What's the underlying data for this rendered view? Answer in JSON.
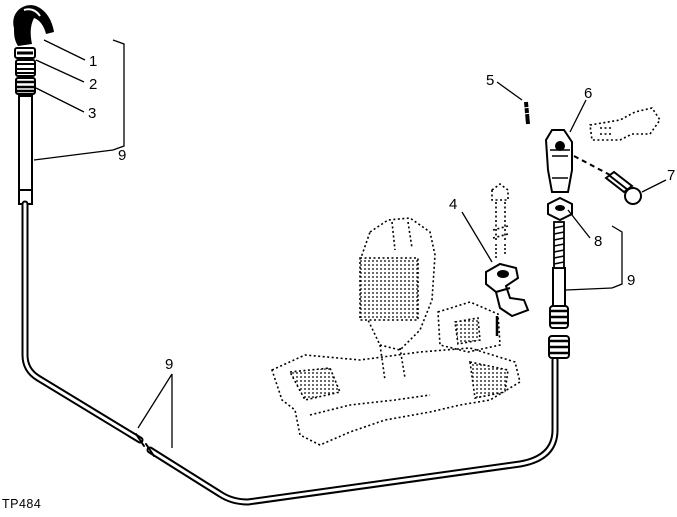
{
  "figure": {
    "reference_code": "TP484",
    "callouts": {
      "c1": "1",
      "c2": "2",
      "c3": "3",
      "c4": "4",
      "c5": "5",
      "c6": "6",
      "c7": "7",
      "c8": "8",
      "c9_upper": "9",
      "c9_middle": "9",
      "c9_right": "9"
    }
  }
}
